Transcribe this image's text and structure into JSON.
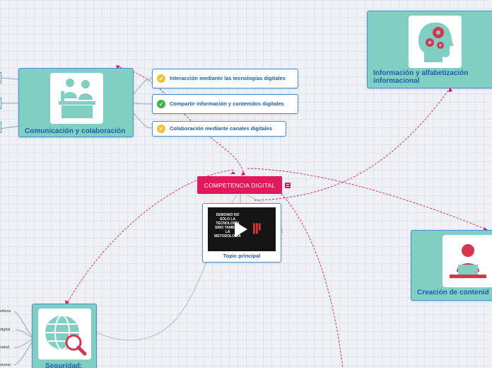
{
  "central": {
    "label": "COMPETENCIA DIGITAL"
  },
  "video": {
    "caption": "Topic principal",
    "thumb_text": "DEMONIO NO SOLO LA TECNOLOGÍA SINO TAMBIÉN LA METODOLOGÍA"
  },
  "topics": {
    "comunicacion": {
      "title": "Comunicación y colaboración",
      "icon": "meeting-people-icon"
    },
    "informacion": {
      "title": "Información y alfabetización informacional",
      "icon": "head-gears-icon"
    },
    "creacion": {
      "title": "Creación de contenid",
      "icon": "person-laptop-icon"
    },
    "seguridad": {
      "title": "Seguridad:",
      "icon": "globe-search-icon"
    }
  },
  "subtopics": [
    {
      "label": "Interacción mediante las tecnologías digitales",
      "status": "in-progress",
      "color": "#f2c23a"
    },
    {
      "label": "Compartir información y contenidos digitales",
      "status": "done",
      "color": "#3cb34a"
    },
    {
      "label": "Colaboración mediante canales digitales",
      "status": "in-progress",
      "color": "#f2c23a"
    }
  ],
  "seguridad_leaves": [
    "eltivos",
    "digital",
    "salud",
    "ntomo"
  ],
  "colors": {
    "topic_fill": "#7fcfc3",
    "topic_border": "#4a8fd0",
    "central": "#e0195a",
    "link": "#e0195a",
    "title_text": "#1b5fb0"
  }
}
